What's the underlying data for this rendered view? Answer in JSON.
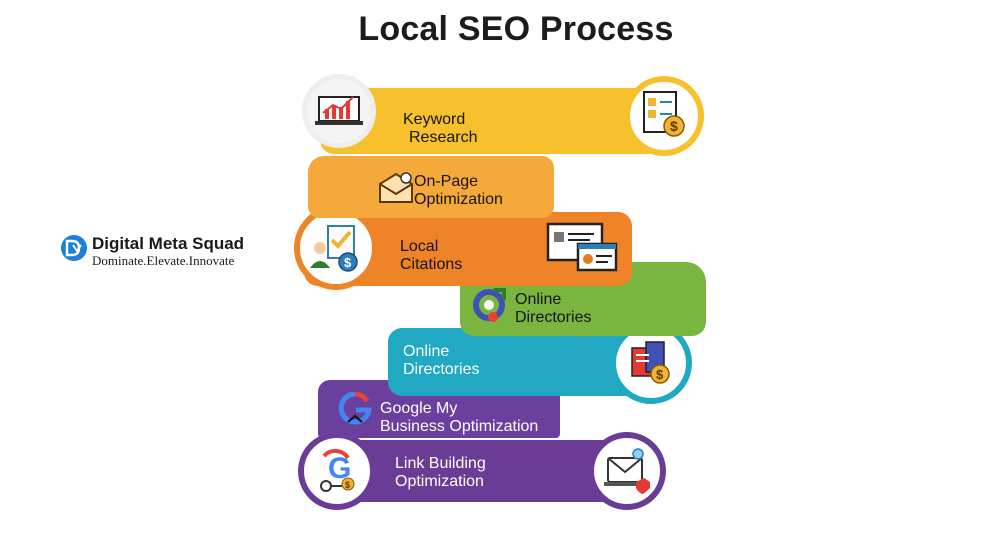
{
  "title": "Local SEO Process",
  "brand": {
    "name": "Digital Meta Squad",
    "tagline": "Dominate.Elevate.Innovate",
    "logo_icon": "dm-monogram-icon"
  },
  "steps": [
    {
      "label_line1": "Keyword",
      "label_line2": "Research",
      "color": "#f7c12e",
      "icons": [
        "laptop-growth-chart-icon",
        "checklist-dollar-icon"
      ]
    },
    {
      "label_line1": "On-Page",
      "label_line2": "Optimization",
      "color": "#f5a93a",
      "icons": [
        "envelope-gear-icon"
      ]
    },
    {
      "label_line1": "Local",
      "label_line2": "Citations",
      "color": "#ee8427",
      "icons": [
        "person-checklist-dollar-icon",
        "browser-id-card-icon"
      ]
    },
    {
      "label_line1": "Online",
      "label_line2": "Directories",
      "color": "#79b53f",
      "icons": [
        "google-map-pin-icon"
      ]
    },
    {
      "label_line1": "Online",
      "label_line2": "Directories",
      "color": "#21a9c3",
      "icons": [
        "directory-books-dollar-icon"
      ]
    },
    {
      "label_line1": "Google My",
      "label_line2": "Business Optimization",
      "color": "#6a3f9e",
      "icons": [
        "google-g-pin-icon"
      ]
    },
    {
      "label_line1": "Link Building",
      "label_line2": "Optimization",
      "color": "#6a3c96",
      "icons": [
        "google-key-dollar-icon",
        "email-laptop-shield-icon"
      ]
    }
  ]
}
